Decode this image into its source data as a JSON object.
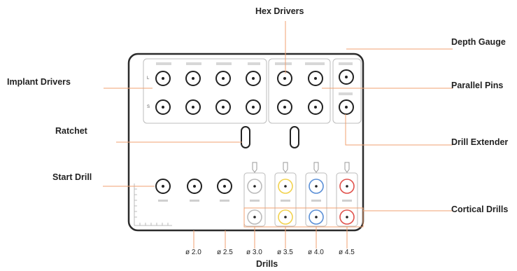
{
  "callouts": {
    "hex_drivers": "Hex Drivers",
    "depth_gauge": "Depth Gauge",
    "implant_drivers": "Implant Drivers",
    "parallel_pins": "Parallel Pins",
    "ratchet": "Ratchet",
    "drill_extender": "Drill Extender",
    "start_drill": "Start Drill",
    "cortical_drills": "Cortical Drills",
    "drills": "Drills"
  },
  "drill_sizes": [
    "ø 2.0",
    "ø 2.5",
    "ø 3.0",
    "ø 3.5",
    "ø 4.0",
    "ø 4.5"
  ],
  "row_marks": {
    "top": "L",
    "bottom": "S"
  },
  "colors": {
    "leader": "#f0a070",
    "tray_outline": "#2b2b2b",
    "compartment": "#bdbdbd",
    "drill_3_5": "#f2d24e",
    "drill_4_0": "#5a8fd6",
    "drill_4_5": "#e0514b"
  }
}
